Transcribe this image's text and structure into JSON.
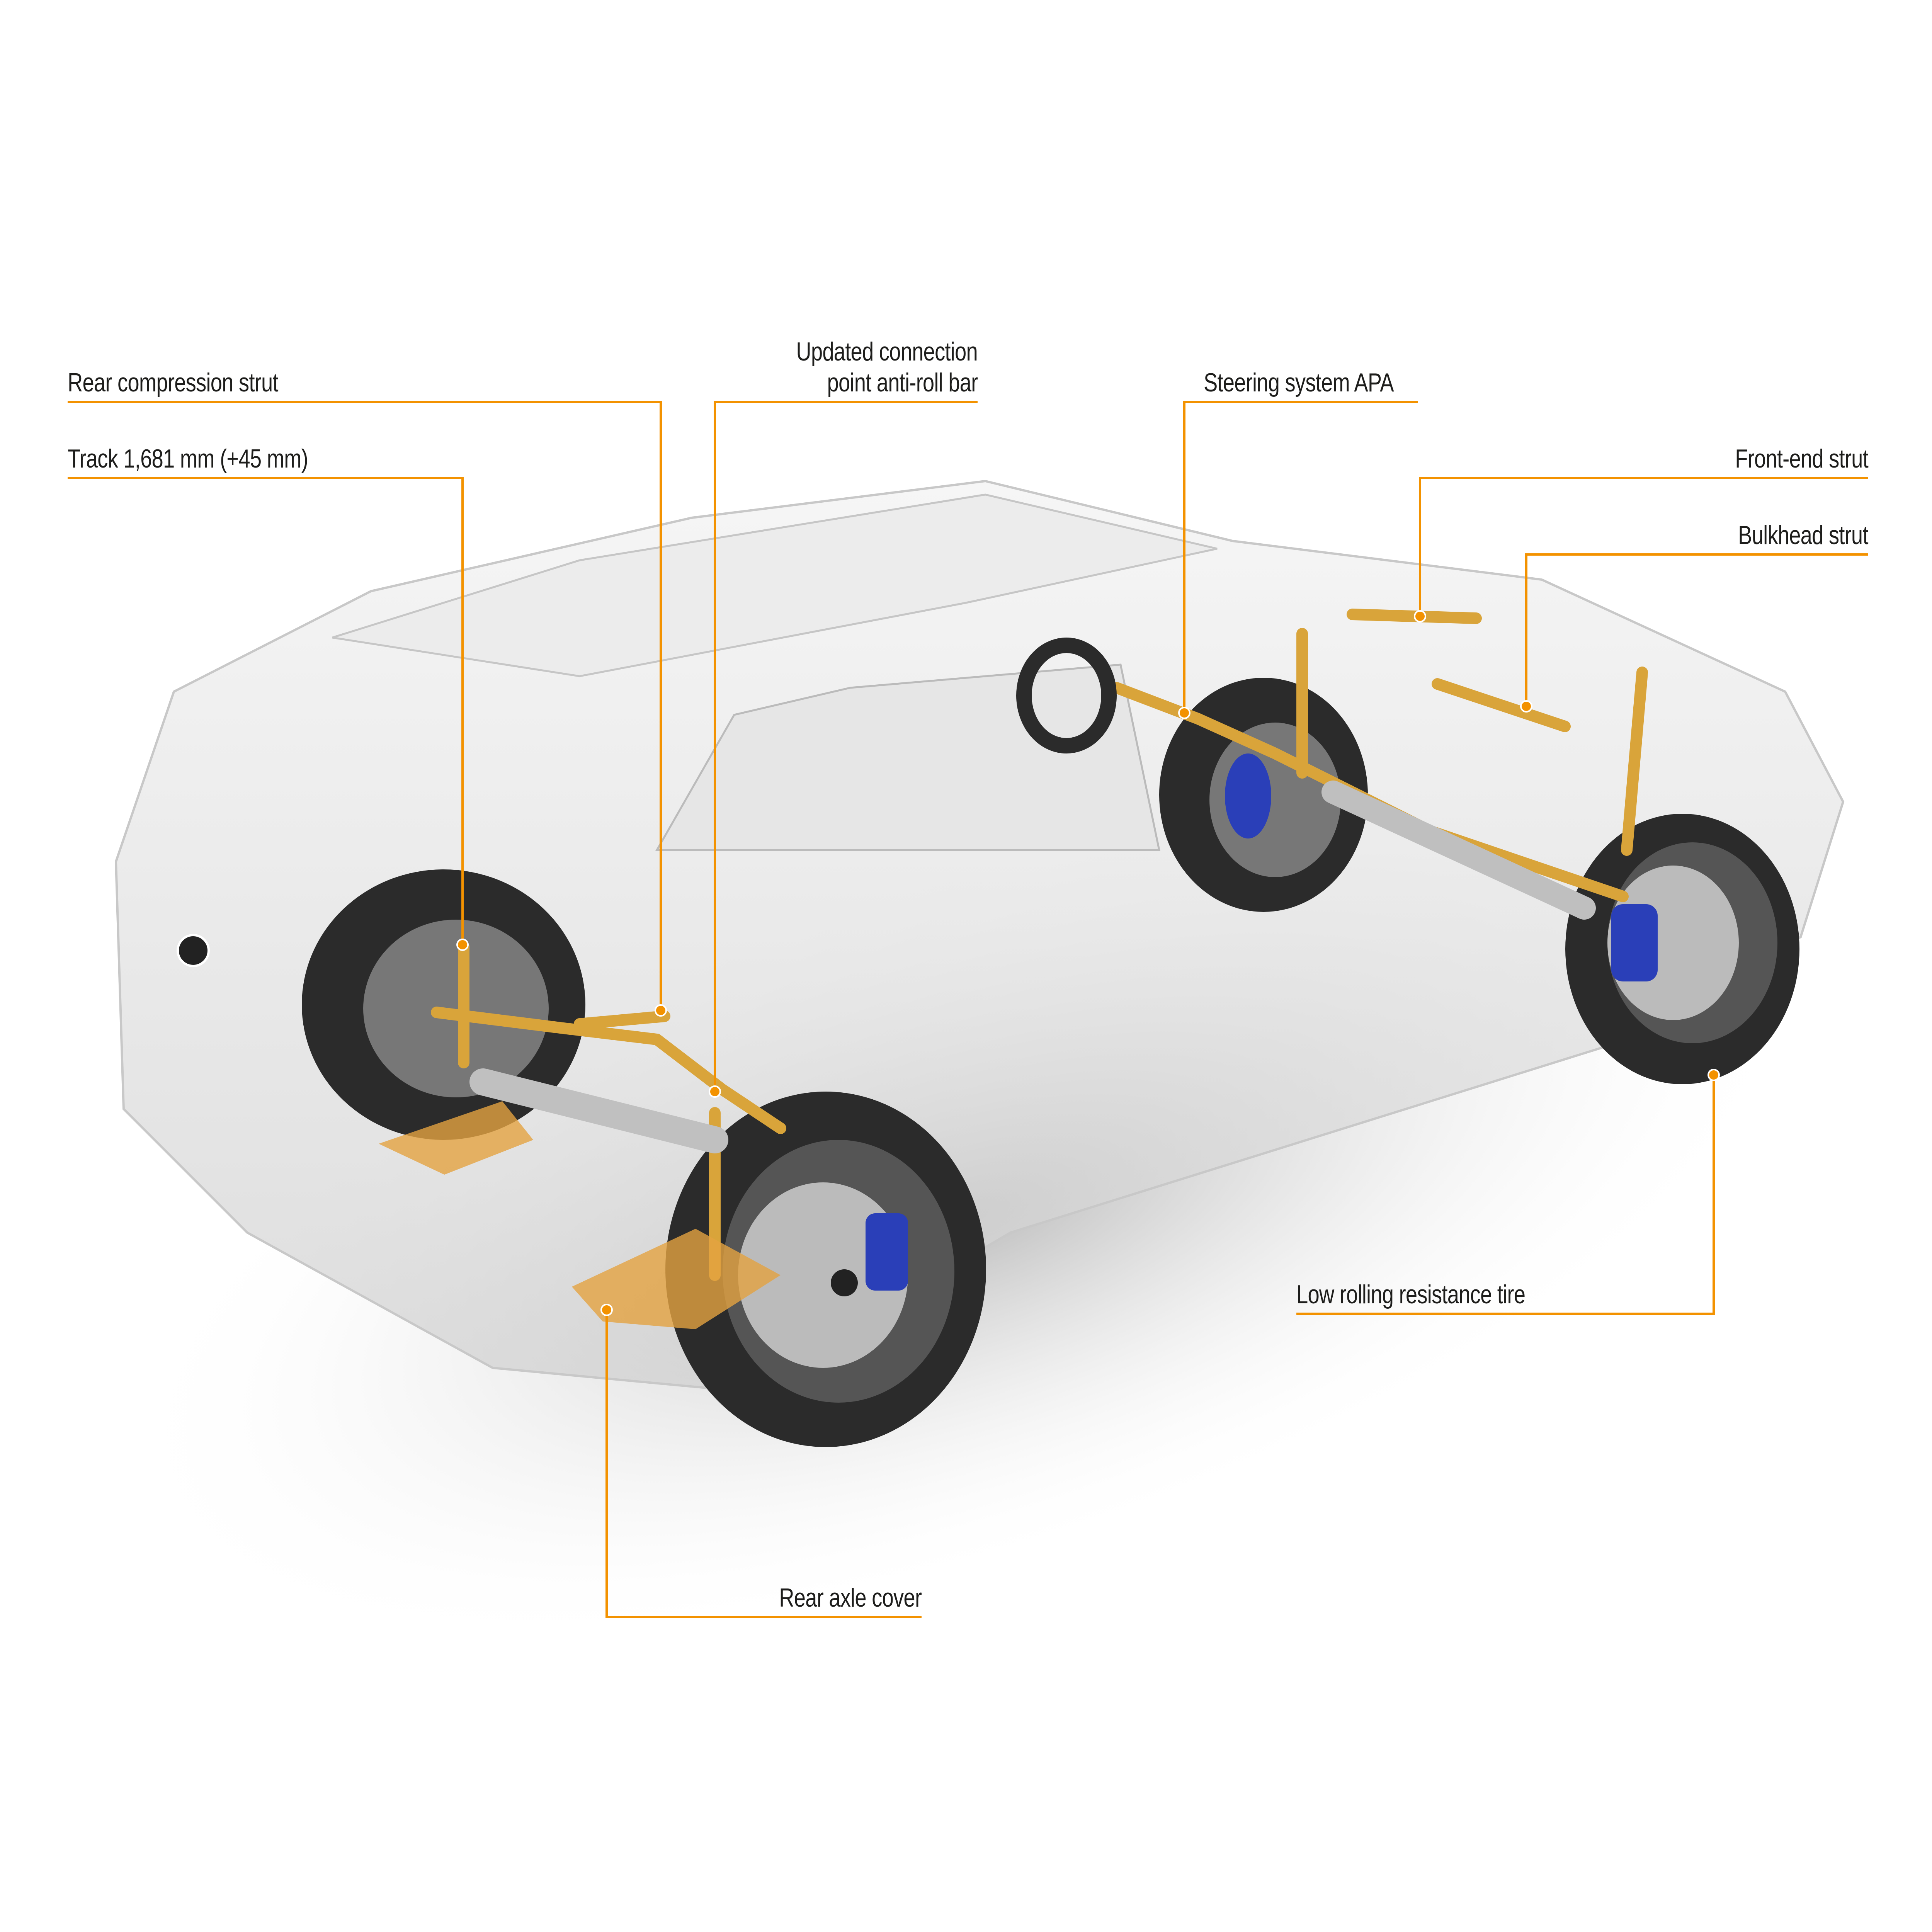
{
  "colors": {
    "callout": "#f39200",
    "text": "#1d1d1b",
    "body": "#d9d9d9",
    "tire": "#2b2b2b",
    "brake": "#2a3fb8"
  },
  "callouts": {
    "rear_compression_strut": "Rear compression strut",
    "track": "Track 1,681 mm (+45 mm)",
    "anti_roll_line1": "Updated connection",
    "anti_roll_line2": "point anti-roll bar",
    "steering": "Steering system APA",
    "front_end_strut": "Front-end strut",
    "bulkhead_strut": "Bulkhead strut",
    "tire": "Low rolling resistance tire",
    "rear_axle_cover": "Rear axle cover"
  }
}
